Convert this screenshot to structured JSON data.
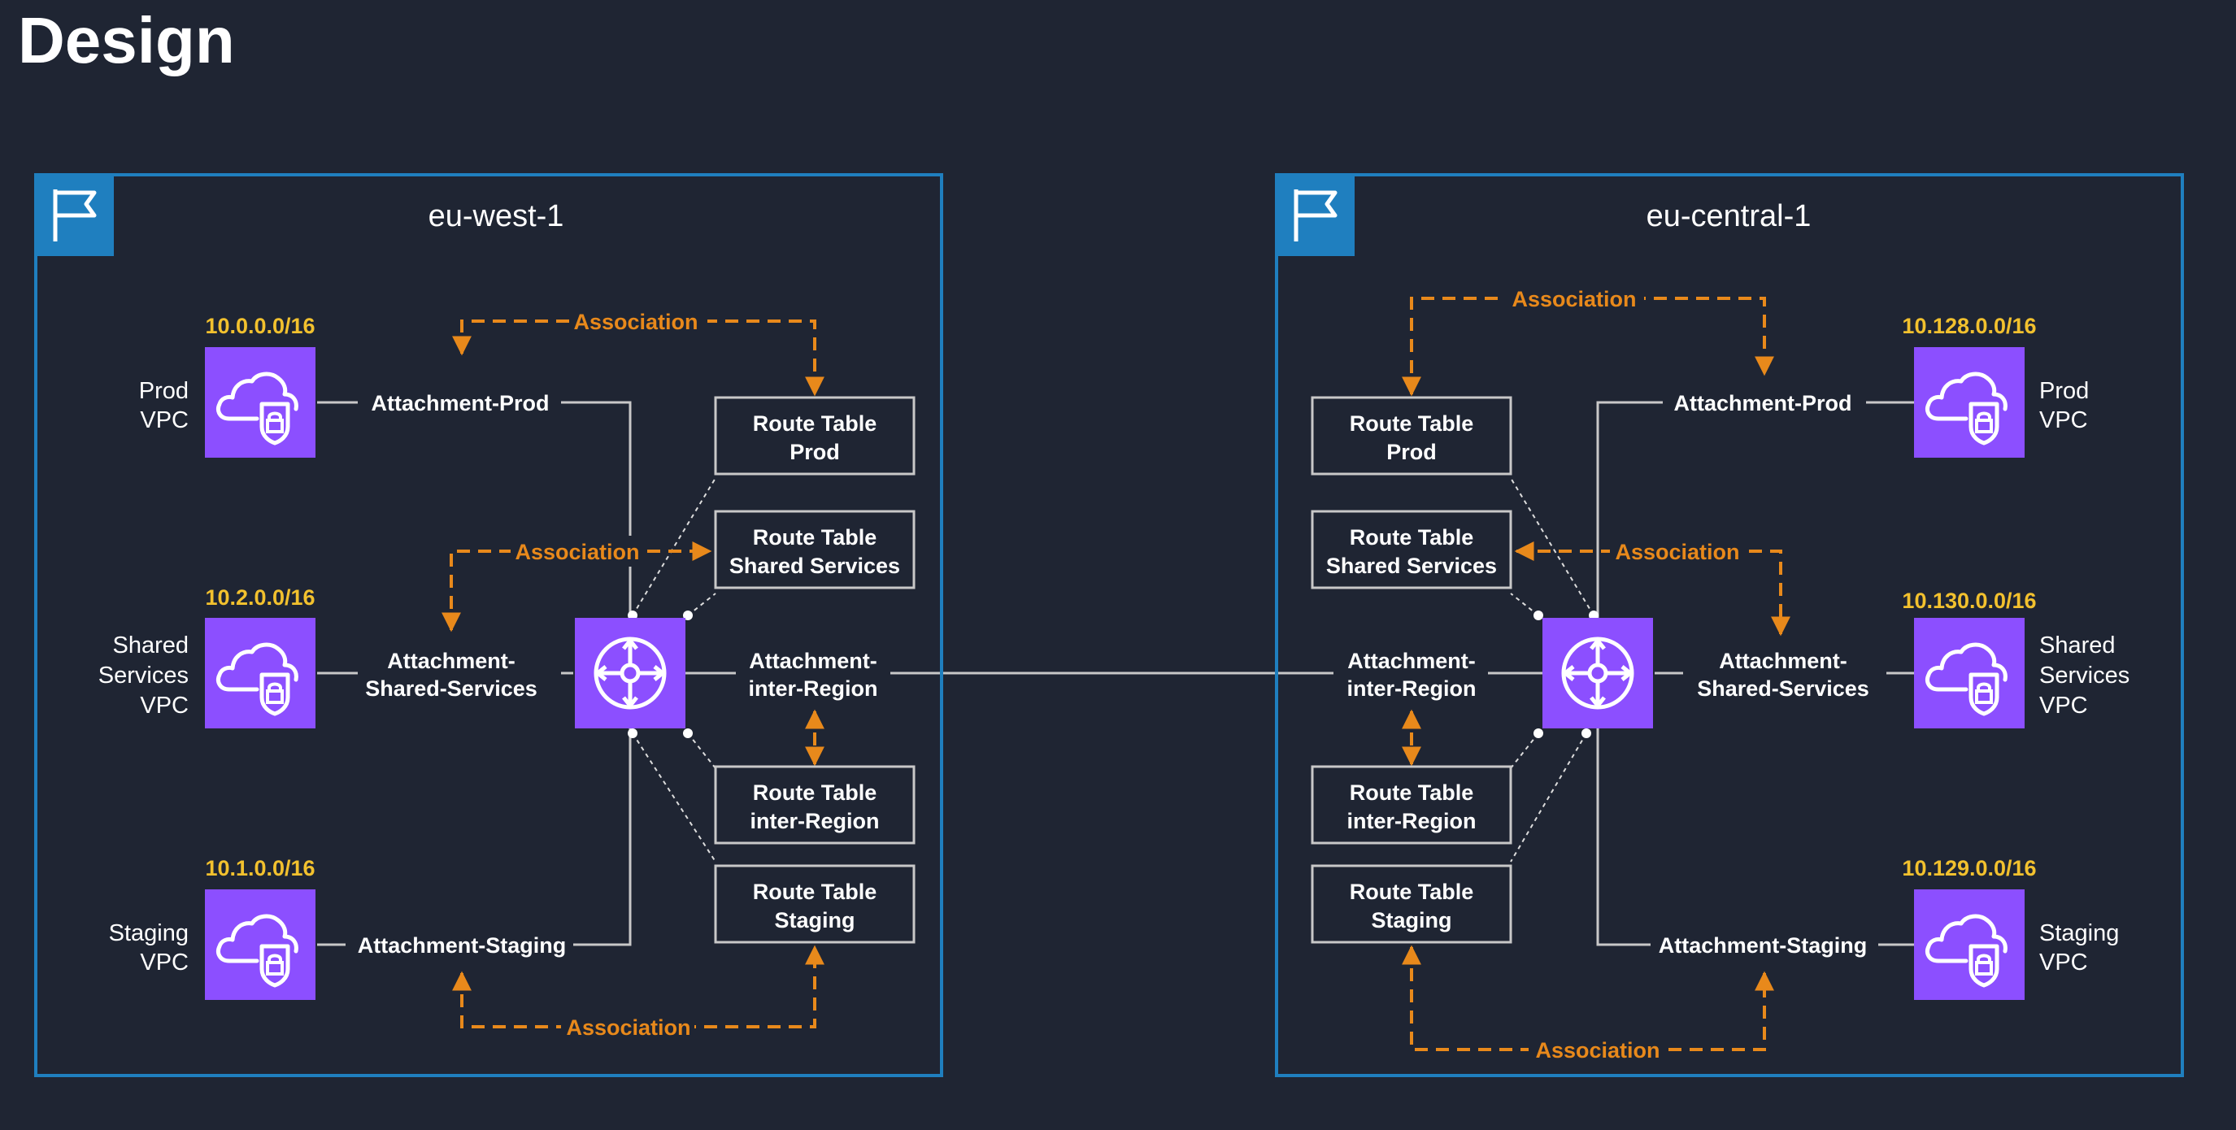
{
  "title": "Design",
  "colors": {
    "background": "#1f2533",
    "region_border": "#1f7fbf",
    "region_flag_bg": "#1f7fbf",
    "vpc_icon": "#8c4fff",
    "tgw_icon": "#8c4fff",
    "association": "#e8891b",
    "cidr": "#f2c12e",
    "line": "#c8c8c8"
  },
  "regions": [
    {
      "name": "eu-west-1",
      "icon": "flag-icon",
      "vpcs": [
        {
          "cidr": "10.0.0.0/16",
          "label_lines": [
            "Prod",
            "VPC"
          ]
        },
        {
          "cidr": "10.2.0.0/16",
          "label_lines": [
            "Shared",
            "Services",
            "VPC"
          ]
        },
        {
          "cidr": "10.1.0.0/16",
          "label_lines": [
            "Staging",
            "VPC"
          ]
        }
      ],
      "attachments": {
        "prod": [
          "Attachment-Prod"
        ],
        "shared": [
          "Attachment-",
          "Shared-Services"
        ],
        "staging": [
          "Attachment-Staging"
        ],
        "inter_region": [
          "Attachment-",
          "inter-Region"
        ]
      },
      "route_tables": [
        [
          "Route Table",
          "Prod"
        ],
        [
          "Route Table",
          "Shared Services"
        ],
        [
          "Route Table",
          "inter-Region"
        ],
        [
          "Route Table",
          "Staging"
        ]
      ],
      "associations": [
        "Association",
        "Association",
        "Association"
      ]
    },
    {
      "name": "eu-central-1",
      "icon": "flag-icon",
      "vpcs": [
        {
          "cidr": "10.128.0.0/16",
          "label_lines": [
            "Prod",
            "VPC"
          ]
        },
        {
          "cidr": "10.130.0.0/16",
          "label_lines": [
            "Shared",
            "Services",
            "VPC"
          ]
        },
        {
          "cidr": "10.129.0.0/16",
          "label_lines": [
            "Staging",
            "VPC"
          ]
        }
      ],
      "attachments": {
        "prod": [
          "Attachment-Prod"
        ],
        "shared": [
          "Attachment-",
          "Shared-Services"
        ],
        "staging": [
          "Attachment-Staging"
        ],
        "inter_region": [
          "Attachment-",
          "inter-Region"
        ]
      },
      "route_tables": [
        [
          "Route Table",
          "Prod"
        ],
        [
          "Route Table",
          "Shared Services"
        ],
        [
          "Route Table",
          "inter-Region"
        ],
        [
          "Route Table",
          "Staging"
        ]
      ],
      "associations": [
        "Association",
        "Association",
        "Association"
      ]
    }
  ]
}
